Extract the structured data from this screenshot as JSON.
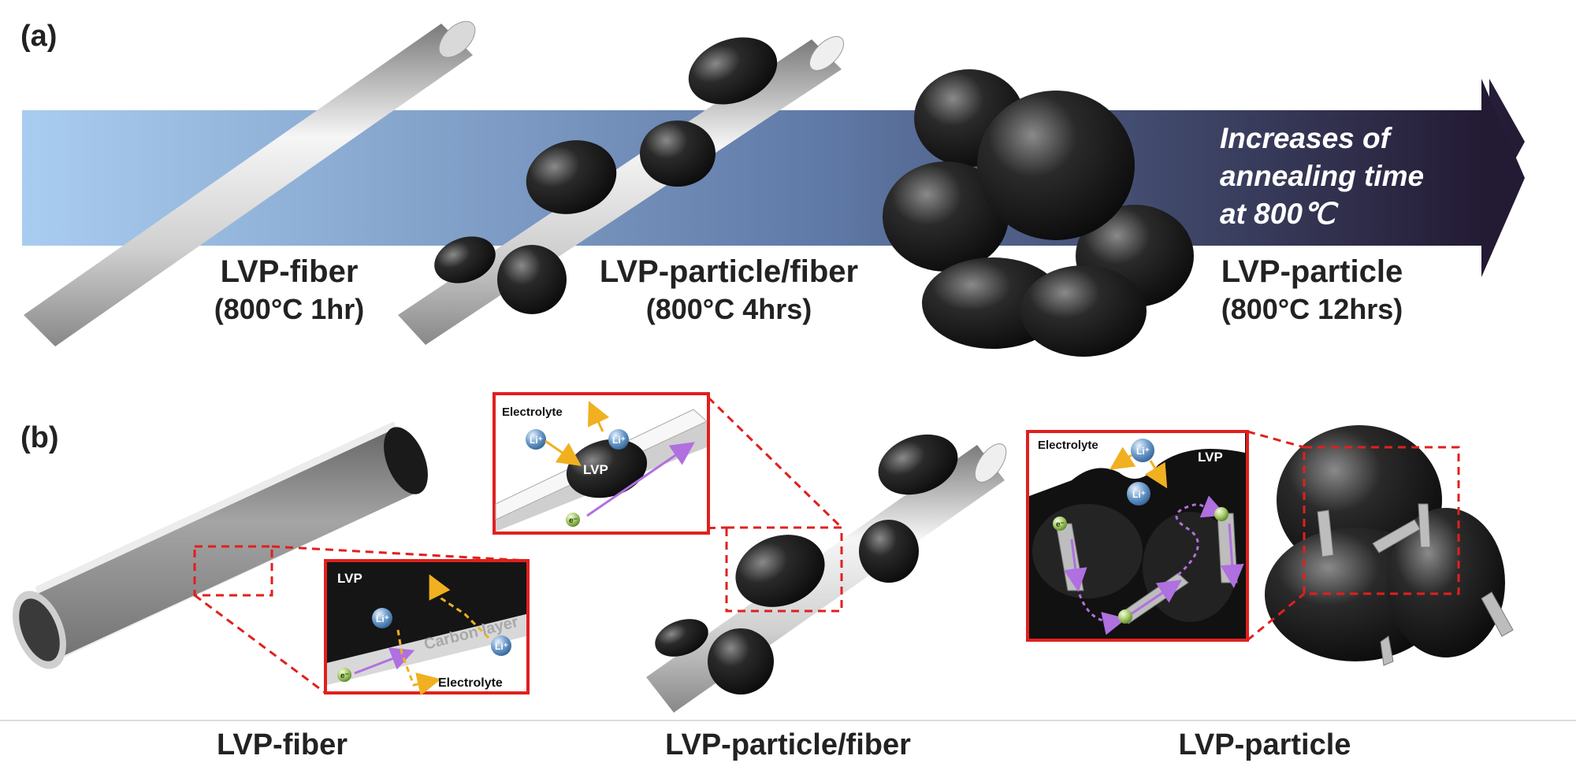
{
  "panel_a": {
    "label": "(a)",
    "arrow_text": [
      "Increases of",
      "annealing time",
      "at 800℃"
    ],
    "stages": [
      {
        "name": "LVP-fiber",
        "condition": "(800°C 1hr)"
      },
      {
        "name": "LVP-particle/fiber",
        "condition": "(800°C 4hrs)"
      },
      {
        "name": "LVP-particle",
        "condition": "(800°C 12hrs)"
      }
    ]
  },
  "panel_b": {
    "label": "(b)",
    "inset_fiber": {
      "lvp": "LVP",
      "li": "Li⁺",
      "li2": "Li⁺",
      "carbon": "Carbon layer",
      "electron": "e⁻",
      "electrolyte": "Electrolyte"
    },
    "inset_particle_fiber": {
      "electrolyte": "Electrolyte",
      "li": "Li⁺",
      "li2": "Li⁺",
      "lvp": "LVP",
      "electron": "e⁻"
    },
    "inset_particle": {
      "electrolyte": "Electrolyte",
      "lvp": "LVP",
      "li": "Li⁺",
      "li2": "Li⁺",
      "electron": "e⁻"
    },
    "bottom_labels": [
      "LVP-fiber",
      "LVP-particle/fiber",
      "LVP-particle"
    ]
  },
  "colors": {
    "arrow_start": "#a9cdf0",
    "arrow_mid": "#5f79a6",
    "arrow_end": "#231a33",
    "inset_border": "#e0201e",
    "li_ion": "#4a86c5",
    "electron": "#8fb84a",
    "electron_path": "#b070e0",
    "ion_path": "#f0b020"
  }
}
